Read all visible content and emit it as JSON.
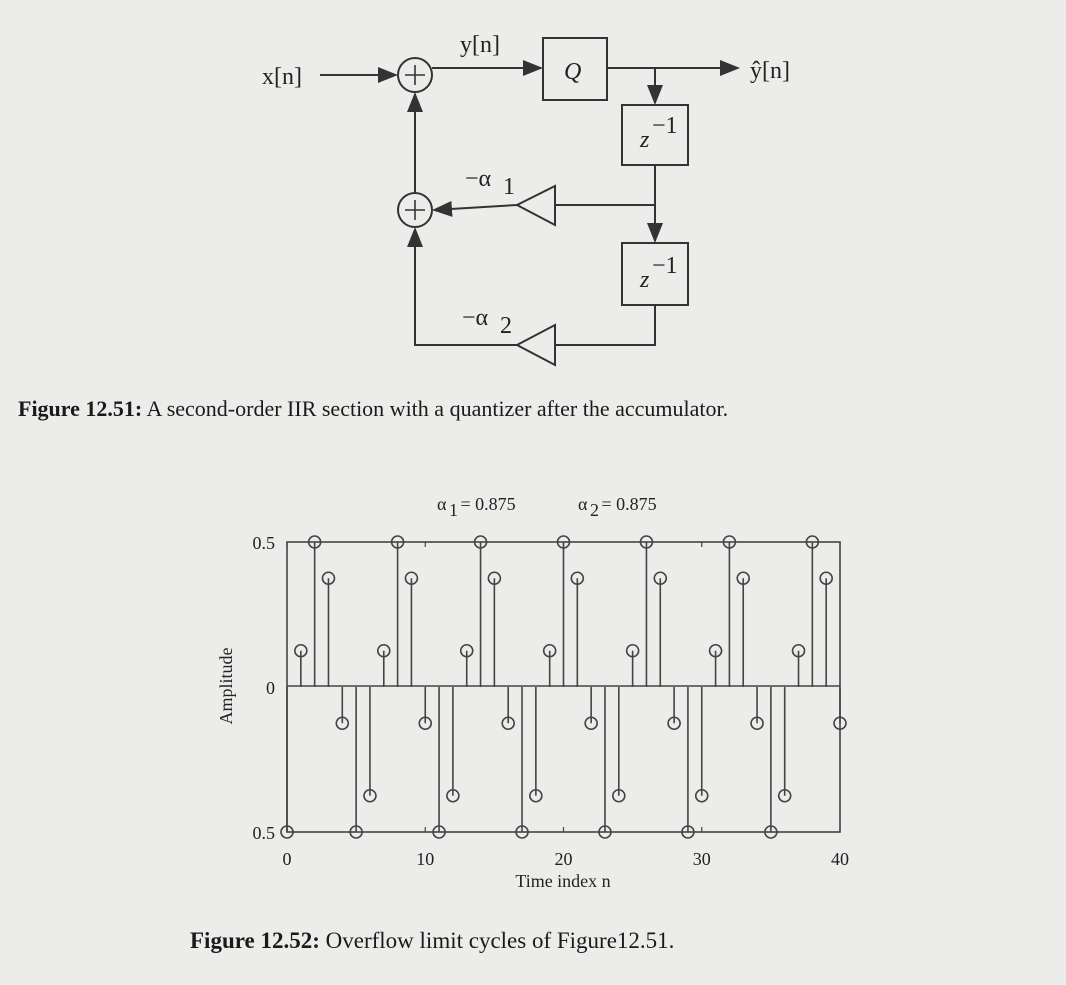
{
  "figure1": {
    "input_label": "x[n]",
    "sum_label": "y[n]",
    "quantizer_label": "Q",
    "output_label": "ŷ[n]",
    "delay1_label": "z",
    "delay1_exp": "−1",
    "delay2_label": "z",
    "delay2_exp": "−1",
    "gain1_label": "−α",
    "gain1_sub": "1",
    "gain2_label": "−α",
    "gain2_sub": "2",
    "adder_symbol": "+",
    "caption_number": "Figure 12.51:",
    "caption_text": " A second-order IIR section with a quantizer after the accumulator."
  },
  "figure2": {
    "caption_number": "Figure 12.52:",
    "caption_text": " Overflow limit cycles of Figure12.51."
  },
  "chart_data": {
    "type": "stem",
    "title": "α1 = 0.875   α2 = 0.875",
    "title_parts": {
      "a1": "α",
      "a1_sub": "1",
      "a1_val": " = 0.875",
      "a2": "α",
      "a2_sub": "2",
      "a2_val": " = 0.875"
    },
    "xlabel": "Time index n",
    "ylabel": "Amplitude",
    "xlim": [
      0,
      40
    ],
    "ylim": [
      -0.5,
      0.5
    ],
    "xticks": [
      0,
      10,
      20,
      30,
      40
    ],
    "xtick_labels": [
      "0",
      "10",
      "20",
      "30",
      "40"
    ],
    "yticks": [
      0.5,
      0,
      -0.5
    ],
    "ytick_labels": [
      "0.5",
      "0",
      "0.5"
    ],
    "x": [
      0,
      1,
      2,
      3,
      4,
      5,
      6,
      7,
      8,
      9,
      10,
      11,
      12,
      13,
      14,
      15,
      16,
      17,
      18,
      19,
      20,
      21,
      22,
      23,
      24,
      25,
      26,
      27,
      28,
      29,
      30,
      31,
      32,
      33,
      34,
      35,
      36,
      37,
      38,
      39,
      40
    ],
    "values": [
      -0.5,
      0.125,
      0.5,
      0.375,
      -0.125,
      -0.5,
      -0.375,
      0.125,
      0.5,
      0.375,
      -0.125,
      -0.5,
      -0.375,
      0.125,
      0.5,
      0.375,
      -0.125,
      -0.5,
      -0.375,
      0.125,
      0.5,
      0.375,
      -0.125,
      -0.5,
      -0.375,
      0.125,
      0.5,
      0.375,
      -0.125,
      -0.5,
      -0.375,
      0.125,
      0.5,
      0.375,
      -0.125,
      -0.5,
      -0.375,
      0.125,
      0.5,
      0.375,
      -0.125
    ]
  }
}
